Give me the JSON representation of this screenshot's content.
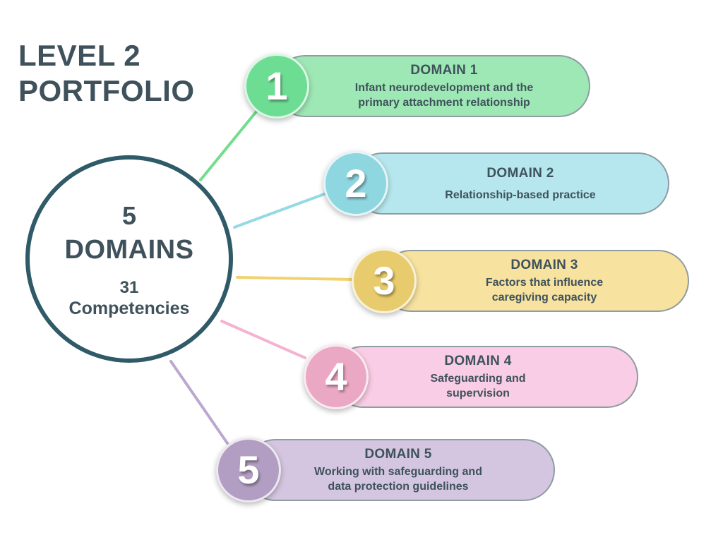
{
  "title": {
    "line1": "LEVEL 2",
    "line2": "PORTFOLIO"
  },
  "hub": {
    "domains_count": "5",
    "domains_label": "DOMAINS",
    "competencies_count": "31",
    "competencies_label": "Competencies",
    "border_color": "#2f5a67"
  },
  "domains": [
    {
      "number": "1",
      "heading": "DOMAIN 1",
      "line1": "Infant neurodevelopment and the",
      "line2": "primary attachment relationship",
      "pill_color": "#9ee8b5",
      "badge_color": "#6edd94",
      "connector_color": "#72dd8c"
    },
    {
      "number": "2",
      "heading": "DOMAIN 2",
      "line1": "Relationship-based practice",
      "line2": "",
      "pill_color": "#b6e7ee",
      "badge_color": "#8ed6e0",
      "connector_color": "#96d9e4"
    },
    {
      "number": "3",
      "heading": "DOMAIN 3",
      "line1": "Factors that influence",
      "line2": "caregiving capacity",
      "pill_color": "#f7e29f",
      "badge_color": "#e8cb6c",
      "connector_color": "#f0d26f"
    },
    {
      "number": "4",
      "heading": "DOMAIN 4",
      "line1": "Safeguarding and",
      "line2": "supervision",
      "pill_color": "#f9cde5",
      "badge_color": "#eba8c4",
      "connector_color": "#f4b3d0"
    },
    {
      "number": "5",
      "heading": "DOMAIN 5",
      "line1": "Working with safeguarding and",
      "line2": "data protection guidelines",
      "pill_color": "#d4c6e0",
      "badge_color": "#b29ec2",
      "connector_color": "#bba8cf"
    }
  ]
}
